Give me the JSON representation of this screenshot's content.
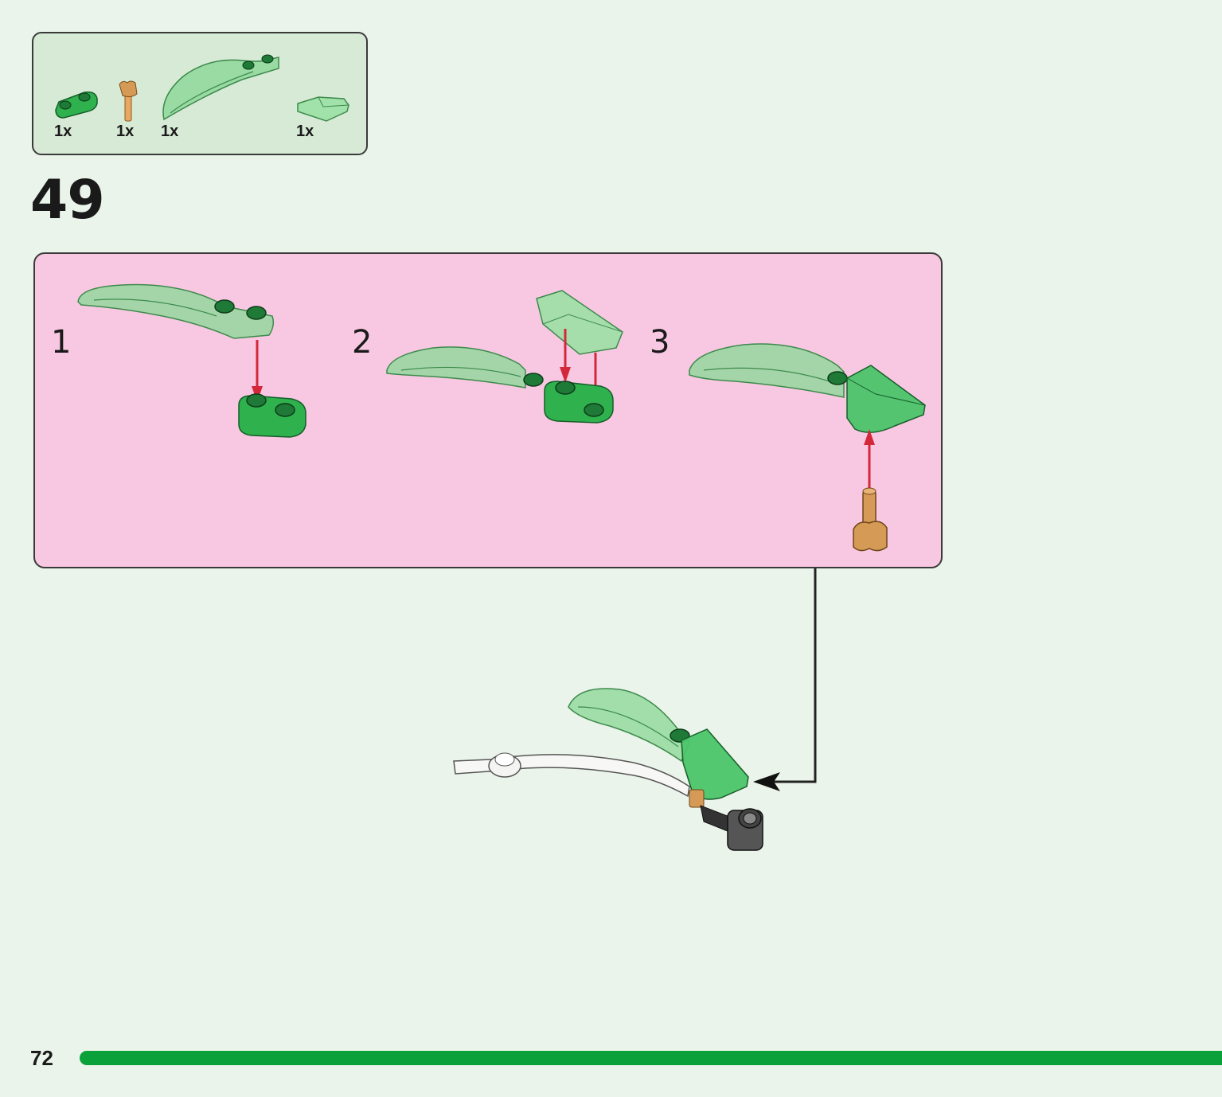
{
  "parts_list": {
    "items": [
      {
        "part": "green-plate-1x2-rounded-icon",
        "qty": "1x"
      },
      {
        "part": "tan-bar-with-clip-icon",
        "qty": "1x"
      },
      {
        "part": "trans-green-leaf-icon",
        "qty": "1x"
      },
      {
        "part": "trans-green-curved-slope-icon",
        "qty": "1x"
      }
    ]
  },
  "step": {
    "number": "49"
  },
  "sub_steps": [
    {
      "number": "1"
    },
    {
      "number": "2"
    },
    {
      "number": "3"
    }
  ],
  "footer": {
    "page_number": "72"
  },
  "colors": {
    "page_bg": "#eaf4ea",
    "parts_bg": "#d7ead6",
    "substep_bg": "#f8c8e2",
    "progress_bar": "#0aa13a",
    "arrow_red": "#d4283a",
    "leaf_green": "#7fd08f",
    "plate_green": "#2fb14e",
    "tan": "#d59a55"
  }
}
